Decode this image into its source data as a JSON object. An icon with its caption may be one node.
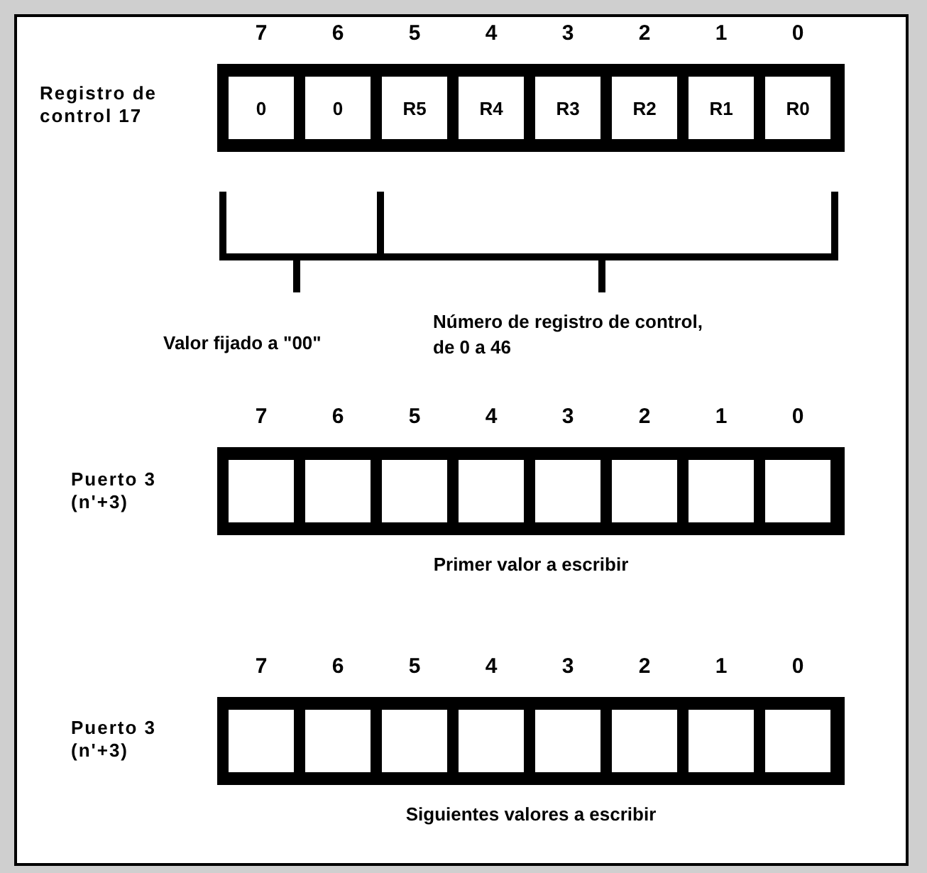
{
  "diagram": {
    "nodes": [
      {
        "text": [
          "Registro de control 17"
        ]
      },
      {
        "text": [
          "0"
        ],
        "in": 0
      },
      {
        "text": [
          "0"
        ],
        "in": 0
      },
      {
        "text": [
          "R5"
        ],
        "in": 0
      },
      {
        "text": [
          "R4"
        ],
        "in": 0
      },
      {
        "text": [
          "R3"
        ],
        "in": 0
      },
      {
        "text": [
          "R2"
        ],
        "in": 0
      },
      {
        "text": [
          "R1"
        ],
        "in": 0
      },
      {
        "text": [
          "R0"
        ],
        "in": 0
      },
      {
        "text": [
          "Puerto 3 (n'+3)"
        ],
        "beside": [
          "Primer valor a escribir"
        ]
      },
      {
        "text": [],
        "shape": "box",
        "in": 9
      },
      {
        "text": [],
        "shape": "box",
        "in": 9
      },
      {
        "text": [],
        "shape": "box",
        "in": 9
      },
      {
        "text": [],
        "shape": "box",
        "in": 9
      },
      {
        "text": [],
        "shape": "box",
        "in": 9
      },
      {
        "text": [],
        "shape": "box",
        "in": 9
      },
      {
        "text": [],
        "shape": "box",
        "in": 9
      },
      {
        "text": [],
        "shape": "box",
        "in": 9
      },
      {
        "text": [
          "Puerto 3 (n'+3)"
        ],
        "beside": [
          "Siguientes valores a escribir"
        ]
      },
      {
        "text": [],
        "shape": "box",
        "in": 18
      },
      {
        "text": [],
        "shape": "box",
        "in": 18
      },
      {
        "text": [],
        "shape": "box",
        "in": 18
      },
      {
        "text": [],
        "shape": "box",
        "in": 18
      },
      {
        "text": [],
        "shape": "box",
        "in": 18
      },
      {
        "text": [],
        "shape": "box",
        "in": 18
      },
      {
        "text": [],
        "shape": "box",
        "in": 18
      },
      {
        "text": [],
        "shape": "box",
        "in": 18
      }
    ],
    "labels": [
      "7",
      "6",
      "5",
      "4",
      "3",
      "2",
      "1",
      "0",
      "Valor fijado a \"00\"",
      "Número de registro de control, de 0 a 46",
      "7",
      "6",
      "5",
      "4",
      "3",
      "2",
      "1",
      "0",
      "7",
      "6",
      "5",
      "4",
      "3",
      "2",
      "1",
      "0"
    ]
  }
}
